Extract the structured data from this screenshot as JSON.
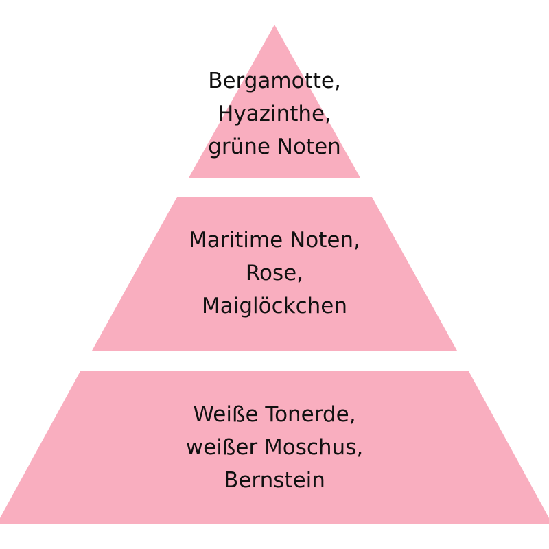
{
  "colors": {
    "tier_fill": "#f9aebf",
    "text": "#111111"
  },
  "tiers": [
    {
      "name": "top",
      "lines": [
        "Bergamotte,",
        "Hyazinthe,",
        "grüne Noten"
      ]
    },
    {
      "name": "heart",
      "lines": [
        "Maritime Noten,",
        "Rose,",
        "Maiglöckchen"
      ]
    },
    {
      "name": "base",
      "lines": [
        "Weiße Tonerde,",
        "weißer Moschus,",
        "Bernstein"
      ]
    }
  ]
}
